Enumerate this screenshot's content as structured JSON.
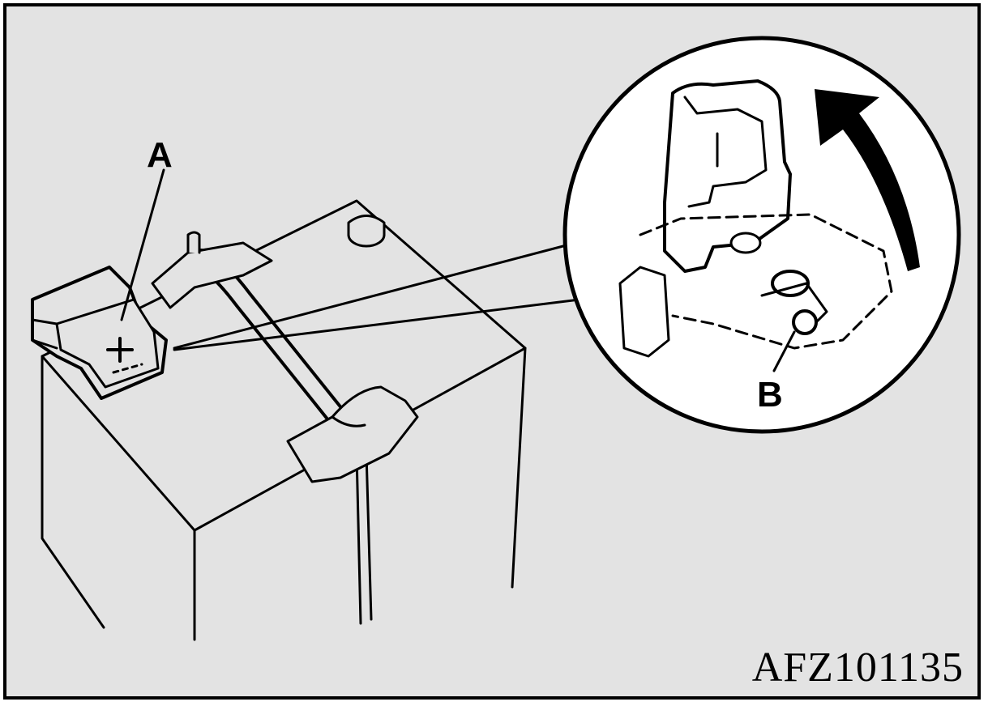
{
  "figure": {
    "code": "AFZ101135",
    "labels": {
      "a": "A",
      "b": "B"
    },
    "terminal_symbol": "+"
  }
}
